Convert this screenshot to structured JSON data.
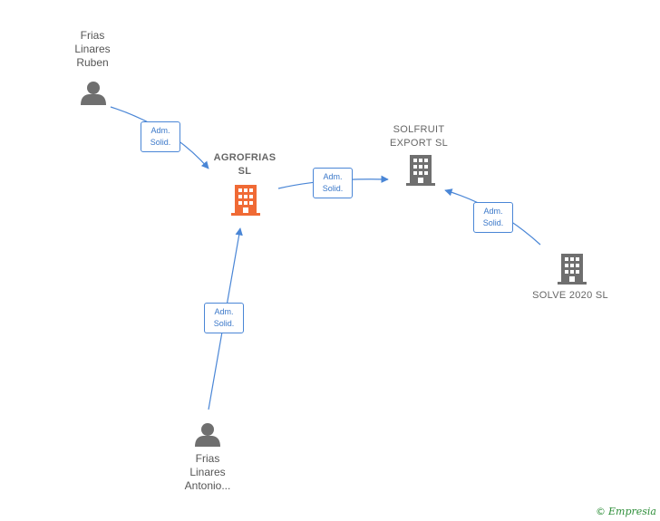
{
  "colors": {
    "edge": "#4a86d6",
    "person": "#6f6f6f",
    "company": "#6f6f6f",
    "focus_company": "#f06a35",
    "brand": "#2f8f3a"
  },
  "nodes": {
    "ruben": {
      "label": "Frias\nLinares\nRuben",
      "icon": "person-icon"
    },
    "antonio": {
      "label": "Frias\nLinares\nAntonio...",
      "icon": "person-icon"
    },
    "agrofrias": {
      "label": "AGROFRIAS\nSL",
      "icon": "building-icon"
    },
    "solfruit": {
      "label": "SOLFRUIT\nEXPORT  SL",
      "icon": "building-icon"
    },
    "solve": {
      "label": "SOLVE 2020  SL",
      "icon": "building-icon"
    }
  },
  "edges": {
    "ruben_agrofrias": {
      "line1": "Adm.",
      "line2": "Solid."
    },
    "agrofrias_solfruit": {
      "line1": "Adm.",
      "line2": "Solid."
    },
    "solve_solfruit": {
      "line1": "Adm.",
      "line2": "Solid."
    },
    "antonio_agrofrias": {
      "line1": "Adm.",
      "line2": "Solid."
    }
  },
  "footer": {
    "copyright_symbol": "©",
    "brand": "Empresia"
  }
}
